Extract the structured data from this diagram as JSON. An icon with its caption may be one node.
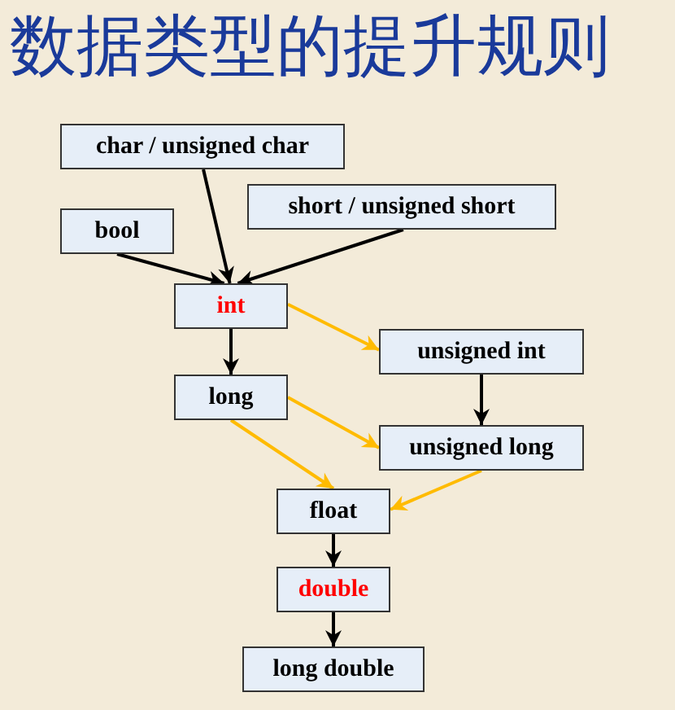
{
  "diagram": {
    "title": "数据类型的提升规则",
    "nodes": [
      {
        "text": [
          "char / unsigned char"
        ]
      },
      {
        "text": [
          "bool"
        ]
      },
      {
        "text": [
          "short / unsigned short"
        ]
      },
      {
        "text": [
          "int"
        ]
      },
      {
        "text": [
          "unsigned int"
        ]
      },
      {
        "text": [
          "long"
        ]
      },
      {
        "text": [
          "unsigned long"
        ]
      },
      {
        "text": [
          "float"
        ]
      },
      {
        "text": [
          "double"
        ]
      },
      {
        "text": [
          "long double"
        ]
      }
    ],
    "edges": [
      {
        "from": 0,
        "to": 3,
        "arrow": "to"
      },
      {
        "from": 1,
        "to": 3,
        "arrow": "to"
      },
      {
        "from": 2,
        "to": 3,
        "arrow": "to"
      },
      {
        "from": 3,
        "to": 5,
        "arrow": "to"
      },
      {
        "from": 3,
        "to": 4,
        "arrow": "to",
        "color": "#ffbb00"
      },
      {
        "from": 4,
        "to": 6,
        "arrow": "to"
      },
      {
        "from": 5,
        "to": 6,
        "arrow": "to",
        "color": "#ffbb00"
      },
      {
        "from": 5,
        "to": 7,
        "arrow": "to",
        "color": "#ffbb00"
      },
      {
        "from": 6,
        "to": 7,
        "arrow": "to",
        "color": "#ffbb00"
      },
      {
        "from": 7,
        "to": 8,
        "arrow": "to"
      },
      {
        "from": 8,
        "to": 9,
        "arrow": "to"
      }
    ]
  }
}
